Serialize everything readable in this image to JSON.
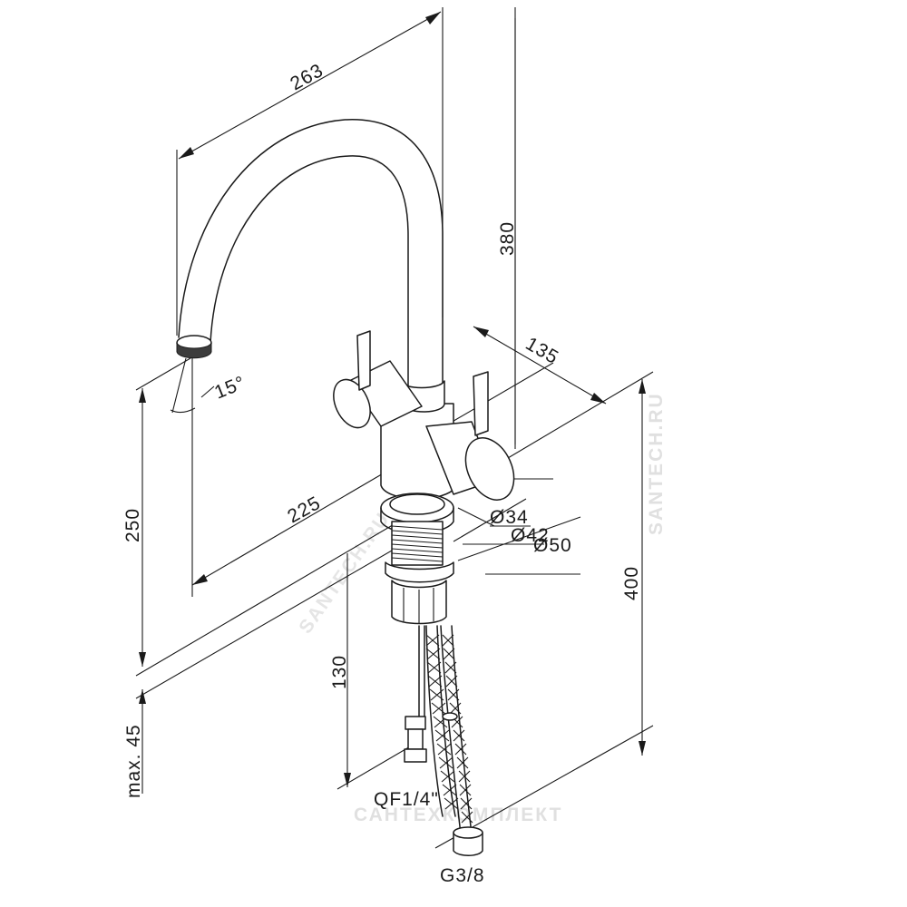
{
  "dimensions": {
    "length_263": "263",
    "height_380": "380",
    "depth_135": "135",
    "height_250": "250",
    "length_225": "225",
    "height_400": "400",
    "height_130": "130",
    "max_45": "max. 45",
    "angle_15": "15°",
    "dia_34": "Ø34",
    "dia_42": "Ø42",
    "dia_50": "Ø50",
    "qf": "QF1/4\"",
    "g38": "G3/8"
  },
  "watermarks": {
    "diagonal": "SANTECH.RU",
    "vertical": "SANTECH.RU",
    "bottom": "САНТЕХКОМПЛЕКТ"
  }
}
